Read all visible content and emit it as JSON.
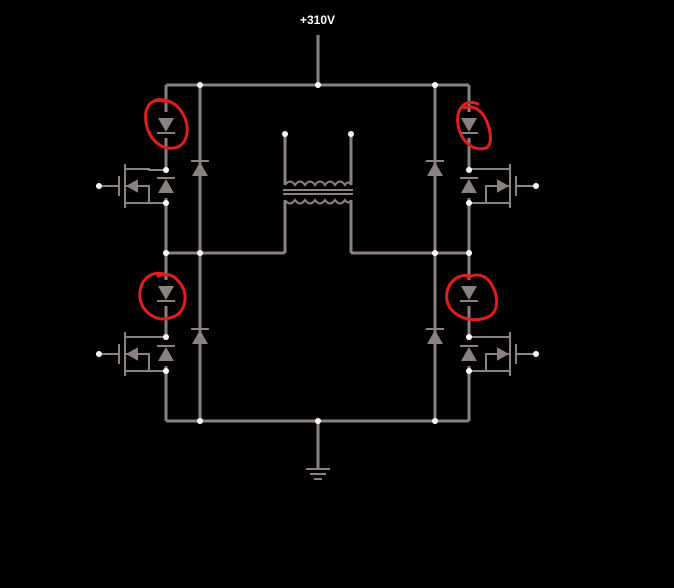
{
  "supply": {
    "label": "+310V"
  },
  "colors": {
    "background": "#000000",
    "wire": "#8a8180",
    "node": "#ffffff",
    "annotation": "#e01e1e",
    "label": "#ffffff"
  },
  "components": {
    "transformer": "transformer-icon",
    "ground": "ground-icon",
    "mosfets": [
      "mosfet-top-left",
      "mosfet-bottom-left",
      "mosfet-top-right",
      "mosfet-bottom-right"
    ],
    "annotated_diodes": [
      "diode-top-left-series",
      "diode-bottom-left-series",
      "diode-top-right-series",
      "diode-bottom-right-series"
    ]
  }
}
